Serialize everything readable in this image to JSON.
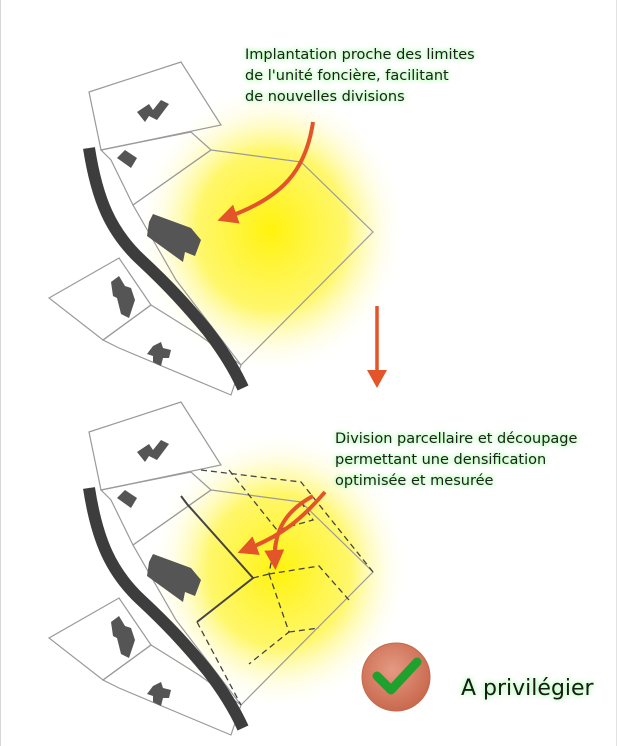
{
  "annotations": {
    "top": {
      "lines": [
        "Implantation proche des limites",
        "de l'unité foncière, facilitant",
        "de nouvelles divisions"
      ]
    },
    "bottom": {
      "lines": [
        "Division parcellaire et découpage",
        "permettant une densification",
        "optimisée et mesurée"
      ]
    }
  },
  "verdict": {
    "label": "A privilégier",
    "icon": "check-icon",
    "badge_color": "#d9836a",
    "check_color": "#1fa12e"
  },
  "colors": {
    "highlight": "#fff200",
    "arrow": "#e4542a",
    "road": "#3d3d3d",
    "building": "#5a5a5a",
    "parcel_line": "#9a9a9a"
  }
}
